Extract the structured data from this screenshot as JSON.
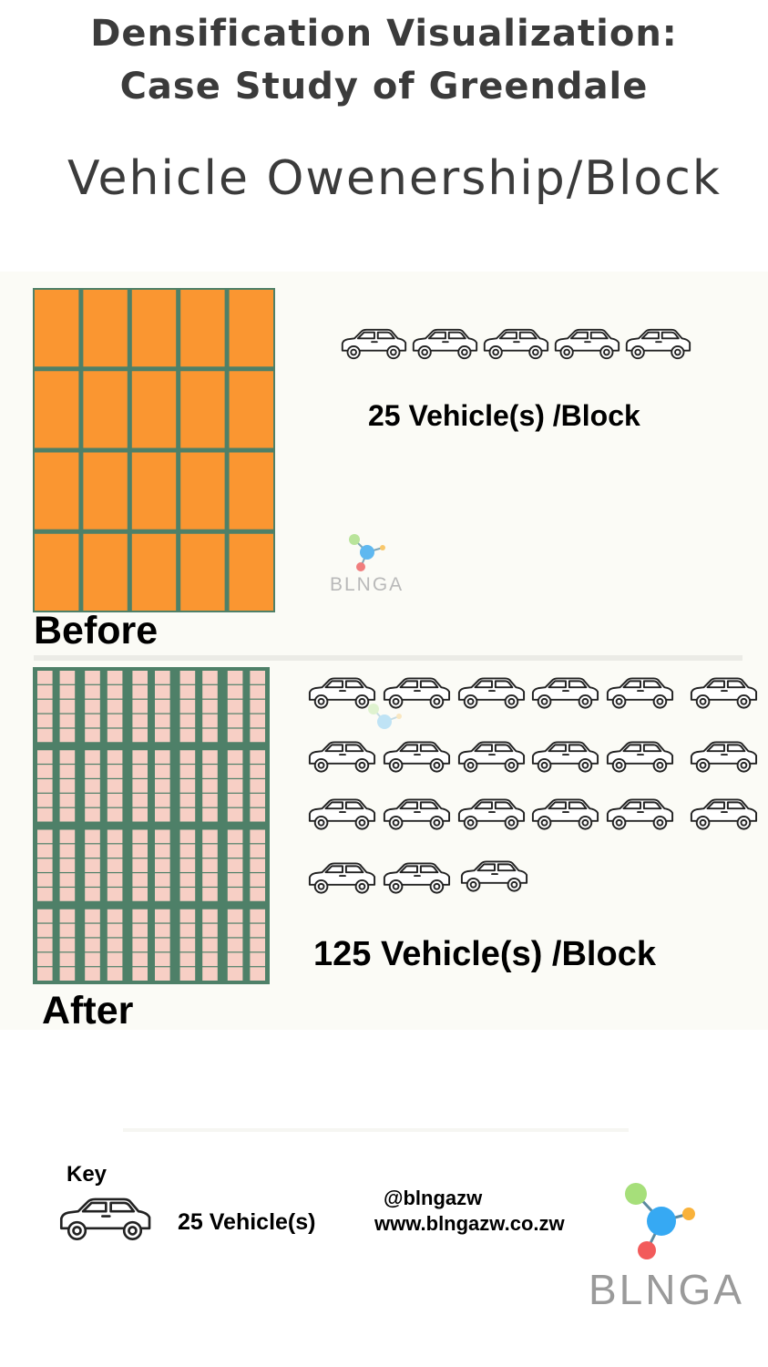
{
  "header": {
    "title_line1": "Densification Visualization:",
    "title_line2": "Case Study of Greendale",
    "subtitle": "Vehicle Owenership/Block"
  },
  "before": {
    "label": "Before",
    "count_text": "25 Vehicle(s) /Block",
    "car_icons": 5,
    "block_color": "#fa9631",
    "grid_color": "#4e8068"
  },
  "after": {
    "label": "After",
    "count_text": "125 Vehicle(s) /Block",
    "car_icons": 21,
    "block_color": "#f7cfc5",
    "grid_color": "#4e8068"
  },
  "key": {
    "label": "Key",
    "value_text": "25 Vehicle(s)"
  },
  "contact": {
    "handle": "@blngazw",
    "website": "www.blngazw.co.zw"
  },
  "logo": {
    "text": "BLNGA",
    "colors": {
      "green": "#a6df7a",
      "blue": "#36a9f3",
      "orange": "#f9b23b",
      "red": "#f25b5b"
    }
  }
}
